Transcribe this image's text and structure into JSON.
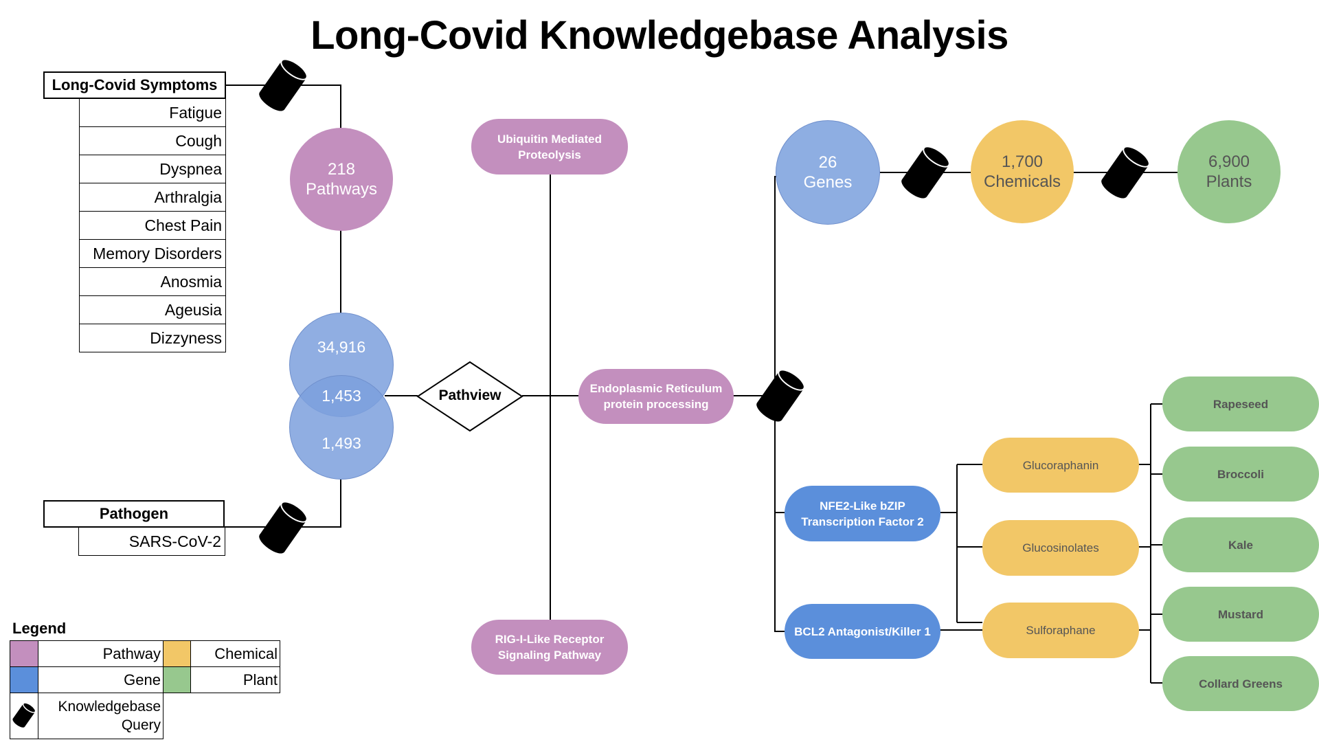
{
  "title": "Long-Covid Knowledgebase Analysis",
  "symptoms": {
    "header": "Long-Covid Symptoms",
    "items": [
      "Fatigue",
      "Cough",
      "Dyspnea",
      "Arthralgia",
      "Chest Pain",
      "Memory Disorders",
      "Anosmia",
      "Ageusia",
      "Dizzyness"
    ]
  },
  "pathogen": {
    "header": "Pathogen",
    "items": [
      "SARS-CoV-2"
    ]
  },
  "counts": {
    "pathways_value": "218",
    "pathways_label": "Pathways",
    "venn_top": "34,916",
    "venn_overlap": "1,453",
    "venn_bottom": "1,493",
    "genes_value": "26",
    "genes_label": "Genes",
    "chemicals_value": "1,700",
    "chemicals_label": "Chemicals",
    "plants_value": "6,900",
    "plants_label": "Plants"
  },
  "pathview": "Pathview",
  "pathways": {
    "ubiquitin": "Ubiquitin Mediated Proteolysis",
    "er": "Endoplasmic Reticulum protein processing",
    "rig": "RIG-I-Like Receptor Signaling Pathway"
  },
  "genes": {
    "nfe2": "NFE2-Like bZIP Transcription Factor 2",
    "bcl2": "BCL2 Antagonist/Killer 1"
  },
  "chemicals": [
    "Glucoraphanin",
    "Glucosinolates",
    "Sulforaphane"
  ],
  "plants": [
    "Rapeseed",
    "Broccoli",
    "Kale",
    "Mustard",
    "Collard Greens"
  ],
  "legend": {
    "title": "Legend",
    "pathway": "Pathway",
    "chemical": "Chemical",
    "gene": "Gene",
    "plant": "Plant",
    "query_line1": "Knowledgebase",
    "query_line2": "Query"
  },
  "colors": {
    "pathway": "#c38fbe",
    "gene": "#5b8fdb",
    "gene_light": "#8eaee2",
    "chemical": "#f2c767",
    "plant": "#97c88e",
    "query": "#000000"
  },
  "icons": {
    "query": "cylinder-icon",
    "pathview": "diamond-shape"
  }
}
